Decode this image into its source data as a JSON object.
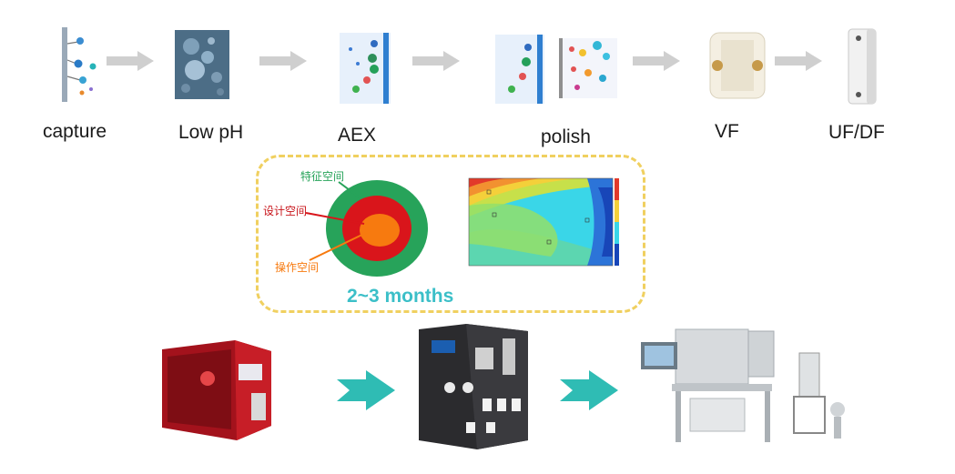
{
  "process_steps": [
    {
      "label": "capture"
    },
    {
      "label": "Low pH"
    },
    {
      "label": "AEX"
    },
    {
      "label": "polish"
    },
    {
      "label": "VF"
    },
    {
      "label": "UF/DF"
    }
  ],
  "design_space": {
    "outer_label": "特征空间",
    "middle_label": "设计空间",
    "inner_label": "操作空间",
    "colors": {
      "outer": "#27a35a",
      "middle": "#d9151b",
      "inner": "#f77a0f"
    }
  },
  "timeline_text": "2~3 months",
  "colors": {
    "arrow_gray": "#cfcfcf",
    "arrow_teal": "#2fbcb4",
    "dash_border": "#f0d060",
    "months_text": "#3bbfc8"
  }
}
